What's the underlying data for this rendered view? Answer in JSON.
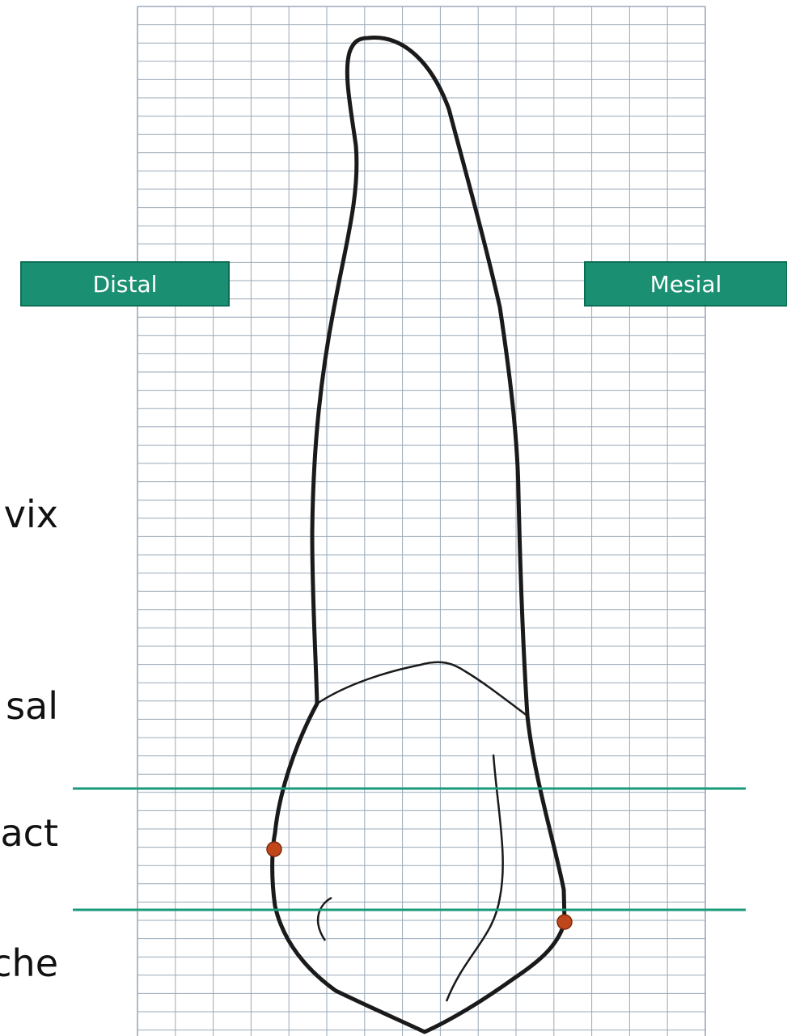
{
  "labels": {
    "distal": "Distal",
    "mesial": "Mesial"
  },
  "cut_off_text": [
    "vix:",
    "sal",
    "act",
    "che"
  ],
  "colors": {
    "label_fill": "#1a8f72",
    "guide_line": "#1a9a7a",
    "grid_line": "#9aa9b8",
    "outline": "#1a1a1a",
    "contact_point": "#c0461c"
  },
  "icons": {
    "contact_points": [
      "distal-contact-point-icon",
      "mesial-contact-point-icon"
    ]
  }
}
